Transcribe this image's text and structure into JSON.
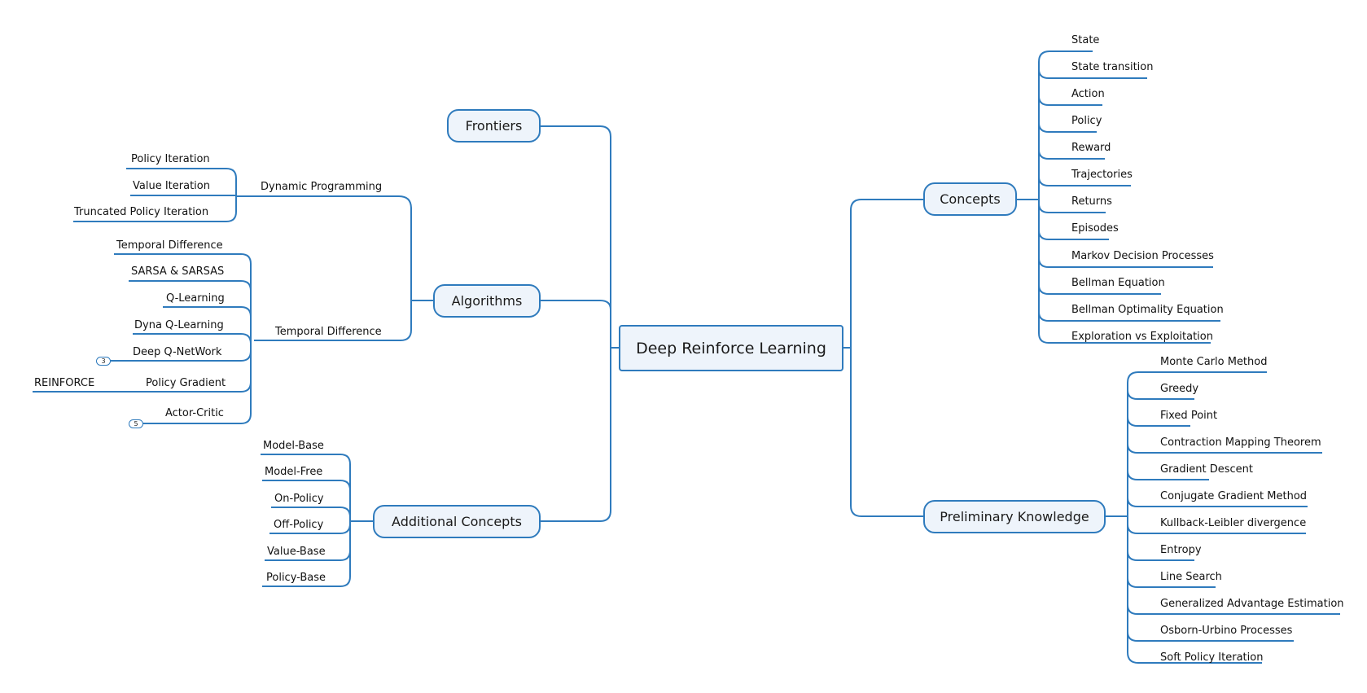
{
  "root": "Deep Reinforce Learning",
  "branches": {
    "frontiers": "Frontiers",
    "algorithms": "Algorithms",
    "additional": "Additional Concepts",
    "concepts": "Concepts",
    "preliminary": "Preliminary Knowledge"
  },
  "algorithms": {
    "dynamic_programming": {
      "label": "Dynamic Programming",
      "items": [
        "Policy Iteration",
        "Value Iteration",
        "Truncated Policy Iteration"
      ]
    },
    "temporal_difference": {
      "label": "Temporal Difference",
      "items": [
        "Temporal Difference",
        "SARSA & SARSAS",
        "Q-Learning",
        "Dyna Q-Learning",
        "Deep Q-NetWork",
        "Policy Gradient",
        "Actor-Critic"
      ],
      "deep_q_badge": "3",
      "actor_critic_badge": "5",
      "policy_gradient_child": "REINFORCE"
    }
  },
  "additional_items": [
    "Model-Base",
    "Model-Free",
    "On-Policy",
    "Off-Policy",
    "Value-Base",
    "Policy-Base"
  ],
  "concepts_items": [
    "State",
    "State transition",
    "Action",
    "Policy",
    "Reward",
    "Trajectories",
    "Returns",
    "Episodes",
    "Markov Decision Processes",
    "Bellman Equation",
    "Bellman Optimality Equation",
    "Exploration vs Exploitation"
  ],
  "preliminary_items": [
    "Monte Carlo Method",
    "Greedy",
    "Fixed Point",
    "Contraction Mapping Theorem",
    "Gradient Descent",
    "Conjugate Gradient Method",
    "Kullback-Leibler divergence",
    "Entropy",
    "Line Search",
    "Generalized Advantage Estimation",
    "Osborn-Urbino Processes",
    "Soft Policy Iteration"
  ],
  "colors": {
    "line": "#2f7bbd",
    "node_fill": "#eef4fb"
  }
}
